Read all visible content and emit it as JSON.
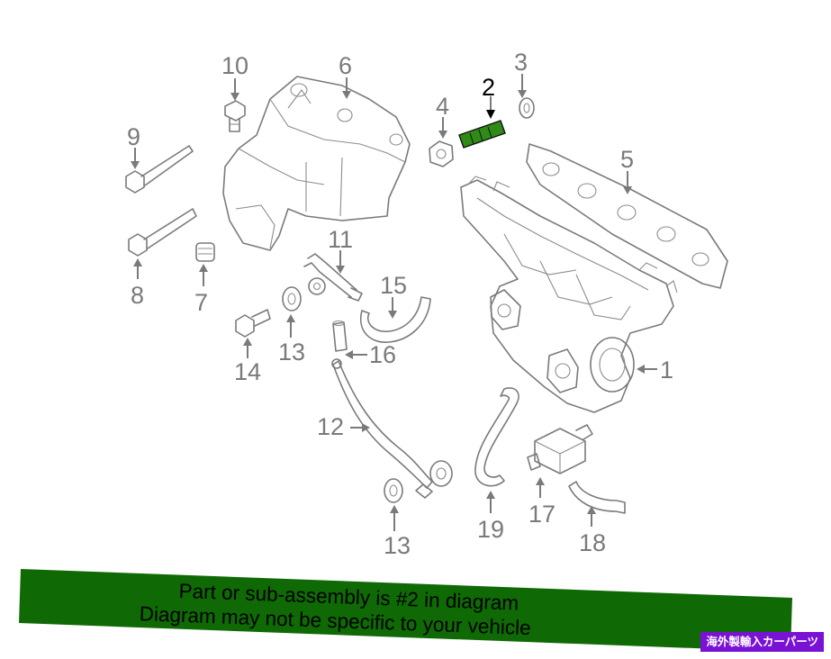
{
  "diagram": {
    "callouts": [
      {
        "id": "1",
        "label": "1"
      },
      {
        "id": "2",
        "label": "2"
      },
      {
        "id": "3",
        "label": "3"
      },
      {
        "id": "4",
        "label": "4"
      },
      {
        "id": "5",
        "label": "5"
      },
      {
        "id": "6",
        "label": "6"
      },
      {
        "id": "7",
        "label": "7"
      },
      {
        "id": "8",
        "label": "8"
      },
      {
        "id": "9",
        "label": "9"
      },
      {
        "id": "10",
        "label": "10"
      },
      {
        "id": "11",
        "label": "11"
      },
      {
        "id": "12",
        "label": "12"
      },
      {
        "id": "13a",
        "label": "13"
      },
      {
        "id": "13b",
        "label": "13"
      },
      {
        "id": "14",
        "label": "14"
      },
      {
        "id": "15",
        "label": "15"
      },
      {
        "id": "16",
        "label": "16"
      },
      {
        "id": "17",
        "label": "17"
      },
      {
        "id": "18",
        "label": "18"
      },
      {
        "id": "19",
        "label": "19"
      }
    ],
    "highlight_color": "#2f8a16",
    "line_color": "#7a7a7a"
  },
  "banner": {
    "line1": "Part or sub-assembly is #2 in diagram",
    "line2": "Diagram may not be specific to your vehicle",
    "background": "#0f6a05"
  },
  "badge": {
    "text": "海外製輸入カーパーツ",
    "background": "#7a12d6"
  }
}
